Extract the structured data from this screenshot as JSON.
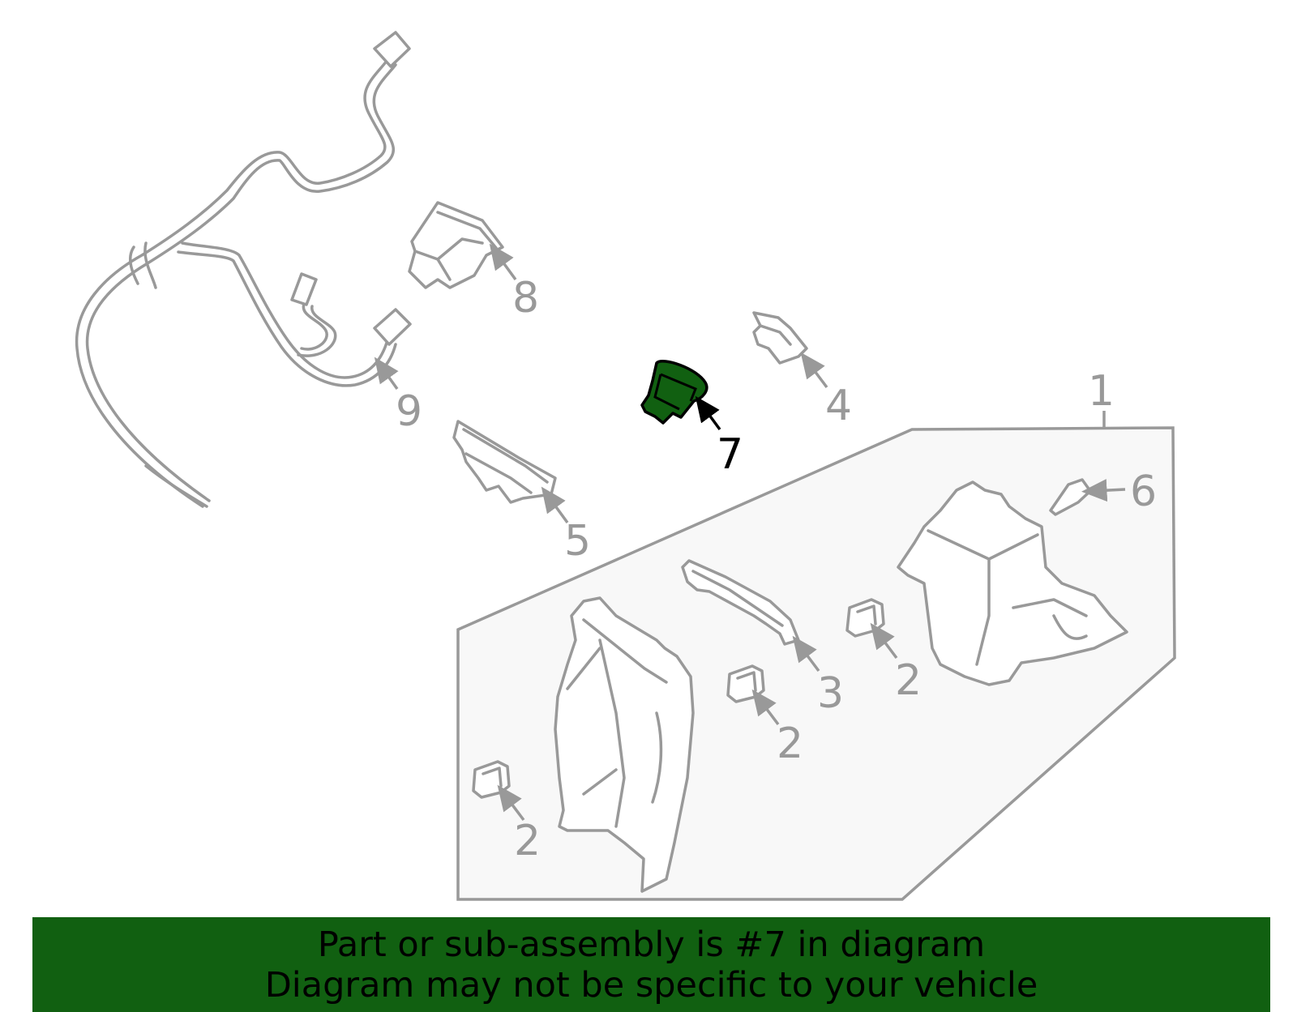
{
  "callouts": {
    "c1": "1",
    "c2a": "2",
    "c2b": "2",
    "c2c": "2",
    "c3": "3",
    "c4": "4",
    "c5": "5",
    "c6": "6",
    "c7": "7",
    "c8": "8",
    "c9": "9"
  },
  "highlight": {
    "part_number": "7",
    "color": "#116011"
  },
  "colors": {
    "outline": "#999999",
    "banner": "#116011",
    "assembly_fill": "#f8f8f8"
  },
  "banner": {
    "line1": "Part or sub-assembly is #7 in diagram",
    "line2": "Diagram may not be specific to your vehicle"
  }
}
